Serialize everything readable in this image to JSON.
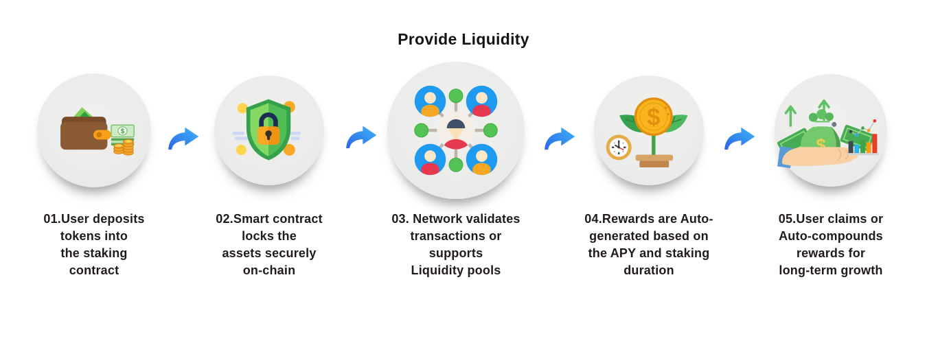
{
  "title": "Provide Liquidity",
  "steps": [
    {
      "icon": "wallet-cash-icon",
      "lines": [
        "01.User deposits",
        "tokens into",
        "the staking",
        "contract"
      ]
    },
    {
      "icon": "shield-lock-icon",
      "lines": [
        "02.Smart contract",
        "locks the",
        "assets securely",
        "on-chain"
      ]
    },
    {
      "icon": "validator-network-icon",
      "lines": [
        "03. Network validates",
        "transactions or",
        "supports",
        "Liquidity pools"
      ]
    },
    {
      "icon": "money-plant-clock-icon",
      "lines": [
        "04.Rewards are Auto-",
        "generated based on",
        "the APY and staking",
        "duration"
      ]
    },
    {
      "icon": "hand-rewards-growth-icon",
      "lines": [
        "05.User claims or",
        "Auto-compounds",
        "rewards for",
        "long-term growth"
      ]
    }
  ],
  "connector": {
    "icon": "curved-forward-arrow-icon",
    "count": 4
  },
  "colors": {
    "background": "#ffffff",
    "circle_bg": "#ececec",
    "text": "#201b18",
    "arrow_gradient_start": "#2a66e6",
    "arrow_gradient_end": "#3fb3f8"
  }
}
